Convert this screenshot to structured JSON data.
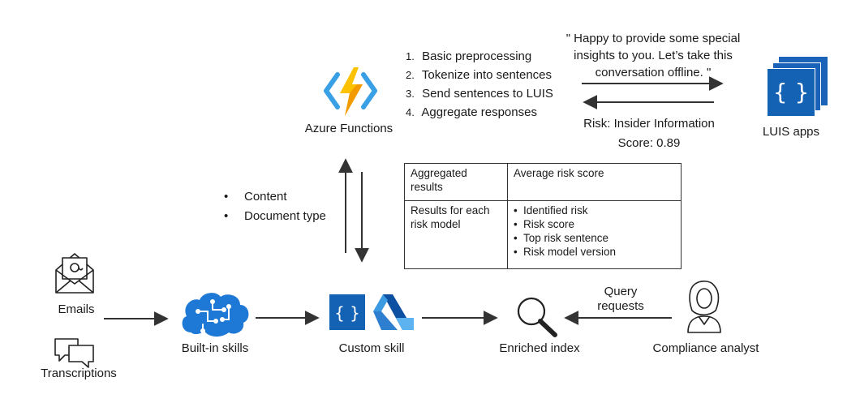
{
  "nodes": {
    "azure_functions": "Azure Functions",
    "luis_apps": "LUIS apps",
    "emails": "Emails",
    "transcriptions": "Transcriptions",
    "builtin_skills": "Built-in skills",
    "custom_skill": "Custom skill",
    "enriched_index": "Enriched index",
    "compliance_analyst": "Compliance analyst"
  },
  "steps": [
    {
      "num": "1.",
      "text": "Basic preprocessing"
    },
    {
      "num": "2.",
      "text": "Tokenize into sentences"
    },
    {
      "num": "3.",
      "text": "Send sentences to LUIS"
    },
    {
      "num": "4.",
      "text": "Aggregate responses"
    }
  ],
  "quote": {
    "line1": "\" Happy to provide some special",
    "line2": "insights to you. Let’s take this",
    "line3": "conversation offline. \""
  },
  "luis_result": {
    "risk": "Risk: Insider Information",
    "score": "Score: 0.89"
  },
  "inputs": [
    "Content",
    "Document type"
  ],
  "query_label": {
    "line1": "Query",
    "line2": "requests"
  },
  "results_table": {
    "row1": {
      "key_line1": "Aggregated",
      "key_line2": "results",
      "value": "Average risk score"
    },
    "row2": {
      "key_line1": "Results for each",
      "key_line2": "risk model",
      "items": [
        "Identified risk",
        "Risk score",
        "Top risk sentence",
        "Risk model version"
      ]
    }
  },
  "icons": {
    "lightning": "azure-functions-icon",
    "braces": "luis-braces-icon",
    "envelope": "email-icon",
    "chat": "chat-bubbles-icon",
    "brain": "brain-icon",
    "ml": "azure-ml-icon",
    "magnifier": "magnifier-icon",
    "person": "analyst-person-icon"
  },
  "colors": {
    "azure_blue": "#1565c0",
    "brace_blue": "#0f5aa8",
    "light_blue": "#3ba3e8",
    "bolt_yellow": "#fcc100",
    "bolt_orange": "#f29a00",
    "arrow": "#333333"
  }
}
